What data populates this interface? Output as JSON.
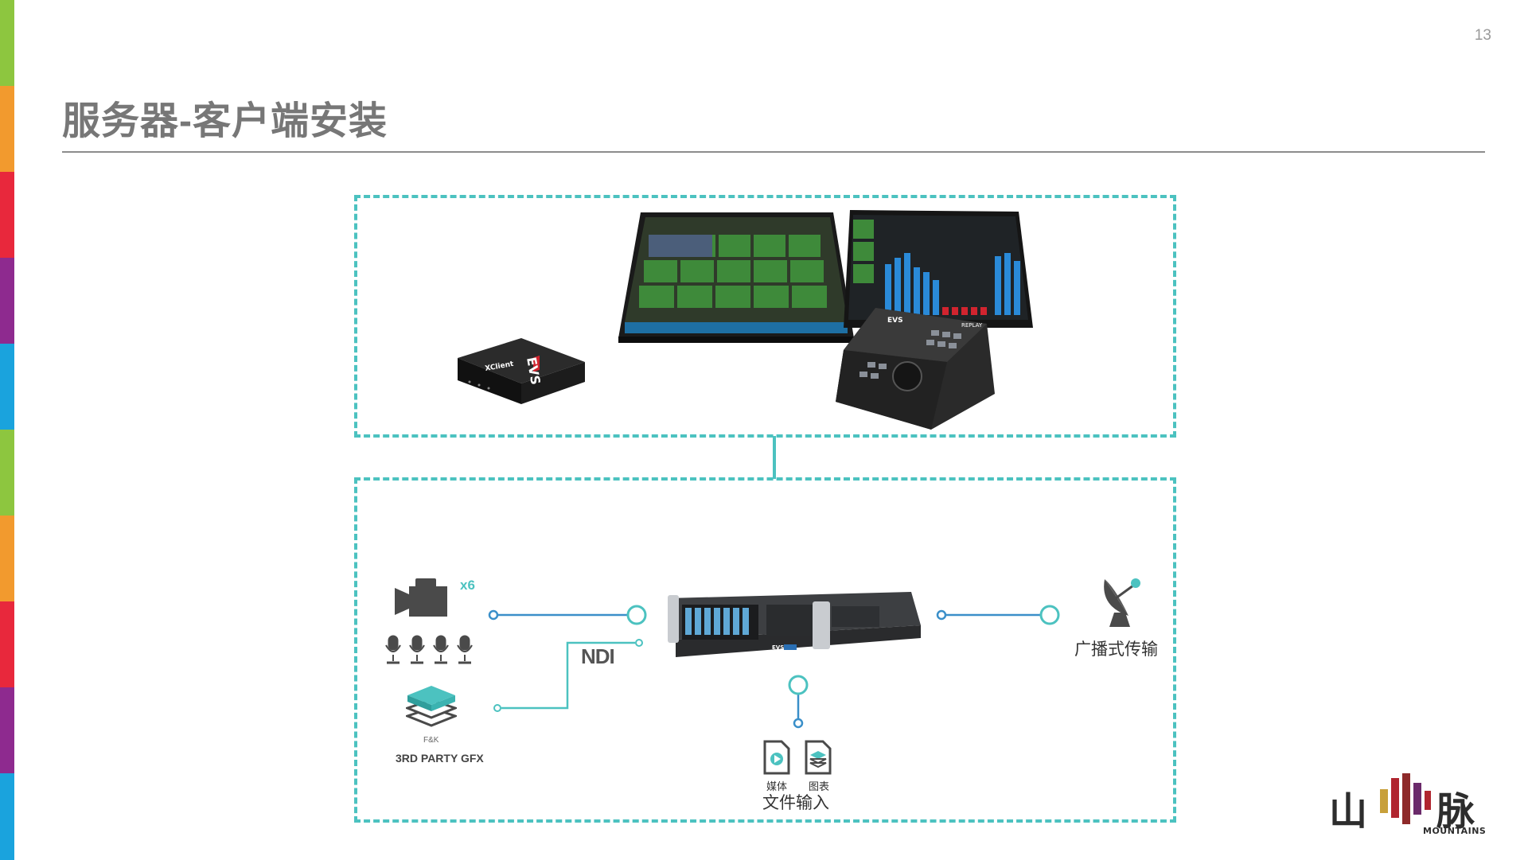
{
  "page": {
    "number": "13",
    "title": "服务器-客户端安装"
  },
  "colors": {
    "accent_teal": "#4cc2c0",
    "line_blue": "#3a8fc9",
    "stripe": [
      "#8dc63f",
      "#f29a2e",
      "#e8283c",
      "#8e2a8f",
      "#1aa3dd",
      "#8dc63f",
      "#f29a2e",
      "#e8283c",
      "#8e2a8f",
      "#1aa3dd"
    ]
  },
  "top_section": {
    "devices": [
      "xclient-mini-pc",
      "touchscreen-monitor",
      "audio-meter-monitor",
      "replay-controller"
    ],
    "xclient_brand": "XClient",
    "evs_logo": "EVS",
    "controller_label": "REPLAY"
  },
  "bottom_section": {
    "camera_count": "x6",
    "ndi_label": "NDI",
    "gfx_small_label": "F&K",
    "gfx_label": "3RD PARTY GFX",
    "broadcast_label": "广播式传输",
    "media_label": "媒体",
    "graphics_label": "图表",
    "file_input_label": "文件输入",
    "server_brand": "EVS"
  },
  "logo": {
    "main_glyph_1": "山",
    "main_glyph_2": "脉",
    "sub": "MOUNTAINS"
  }
}
